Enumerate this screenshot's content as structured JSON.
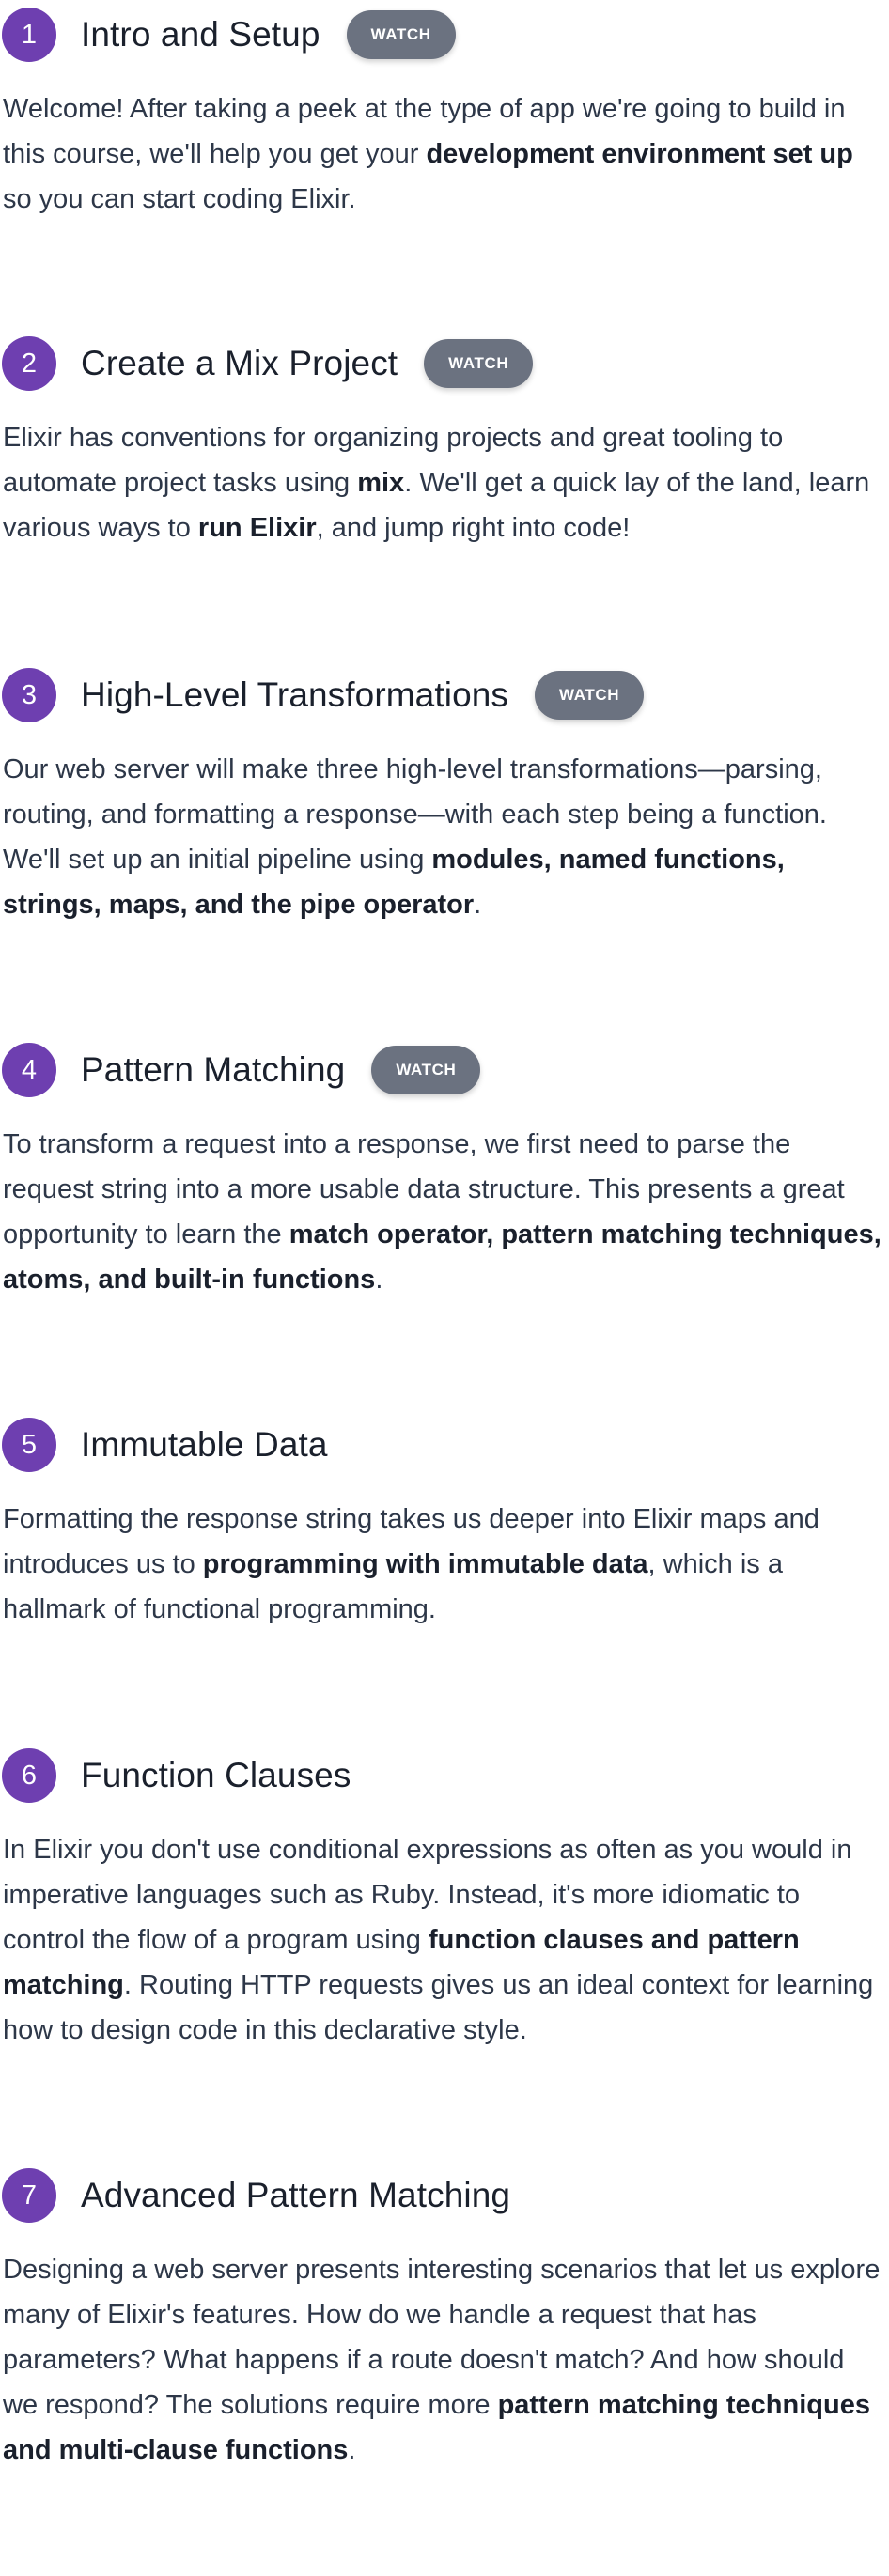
{
  "modules": [
    {
      "number": "1",
      "title": "Intro and Setup",
      "watch_label": "WATCH",
      "desc": [
        {
          "t": "Welcome! After taking a peek at the type of app we're going to build in this course, we'll help you get your "
        },
        {
          "t": "development environment set up",
          "b": true
        },
        {
          "t": " so you can start coding Elixir."
        }
      ]
    },
    {
      "number": "2",
      "title": "Create a Mix Project",
      "watch_label": "WATCH",
      "desc": [
        {
          "t": "Elixir has conventions for organizing projects and great tooling to automate project tasks using "
        },
        {
          "t": "mix",
          "b": true
        },
        {
          "t": ". We'll get a quick lay of the land, learn various ways to "
        },
        {
          "t": "run Elixir",
          "b": true
        },
        {
          "t": ", and jump right into code!"
        }
      ]
    },
    {
      "number": "3",
      "title": "High-Level Transformations",
      "watch_label": "WATCH",
      "desc": [
        {
          "t": "Our web server will make three high-level transformations—parsing, routing, and formatting a response—with each step being a function. We'll set up an initial pipeline using "
        },
        {
          "t": "modules, named functions, strings, maps, and the pipe operator",
          "b": true
        },
        {
          "t": "."
        }
      ]
    },
    {
      "number": "4",
      "title": "Pattern Matching",
      "watch_label": "WATCH",
      "desc": [
        {
          "t": "To transform a request into a response, we first need to parse the request string into a more usable data structure. This presents a great opportunity to learn the "
        },
        {
          "t": "match operator, pattern matching techniques, atoms, and built-in functions",
          "b": true
        },
        {
          "t": "."
        }
      ]
    },
    {
      "number": "5",
      "title": "Immutable Data",
      "desc": [
        {
          "t": "Formatting the response string takes us deeper into Elixir maps and introduces us to "
        },
        {
          "t": "programming with immutable data",
          "b": true
        },
        {
          "t": ", which is a hallmark of functional programming."
        }
      ]
    },
    {
      "number": "6",
      "title": "Function Clauses",
      "desc": [
        {
          "t": "In Elixir you don't use conditional expressions as often as you would in imperative languages such as Ruby. Instead, it's more idiomatic to control the flow of a program using "
        },
        {
          "t": "function clauses and pattern matching",
          "b": true
        },
        {
          "t": ". Routing HTTP requests gives us an ideal context for learning how to design code in this declarative style."
        }
      ]
    },
    {
      "number": "7",
      "title": "Advanced Pattern Matching",
      "desc": [
        {
          "t": "Designing a web server presents interesting scenarios that let us explore many of Elixir's features. How do we handle a request that has parameters? What happens if a route doesn't match? And how should we respond? The solutions require more "
        },
        {
          "t": "pattern matching techniques and multi-clause functions",
          "b": true
        },
        {
          "t": "."
        }
      ]
    }
  ]
}
